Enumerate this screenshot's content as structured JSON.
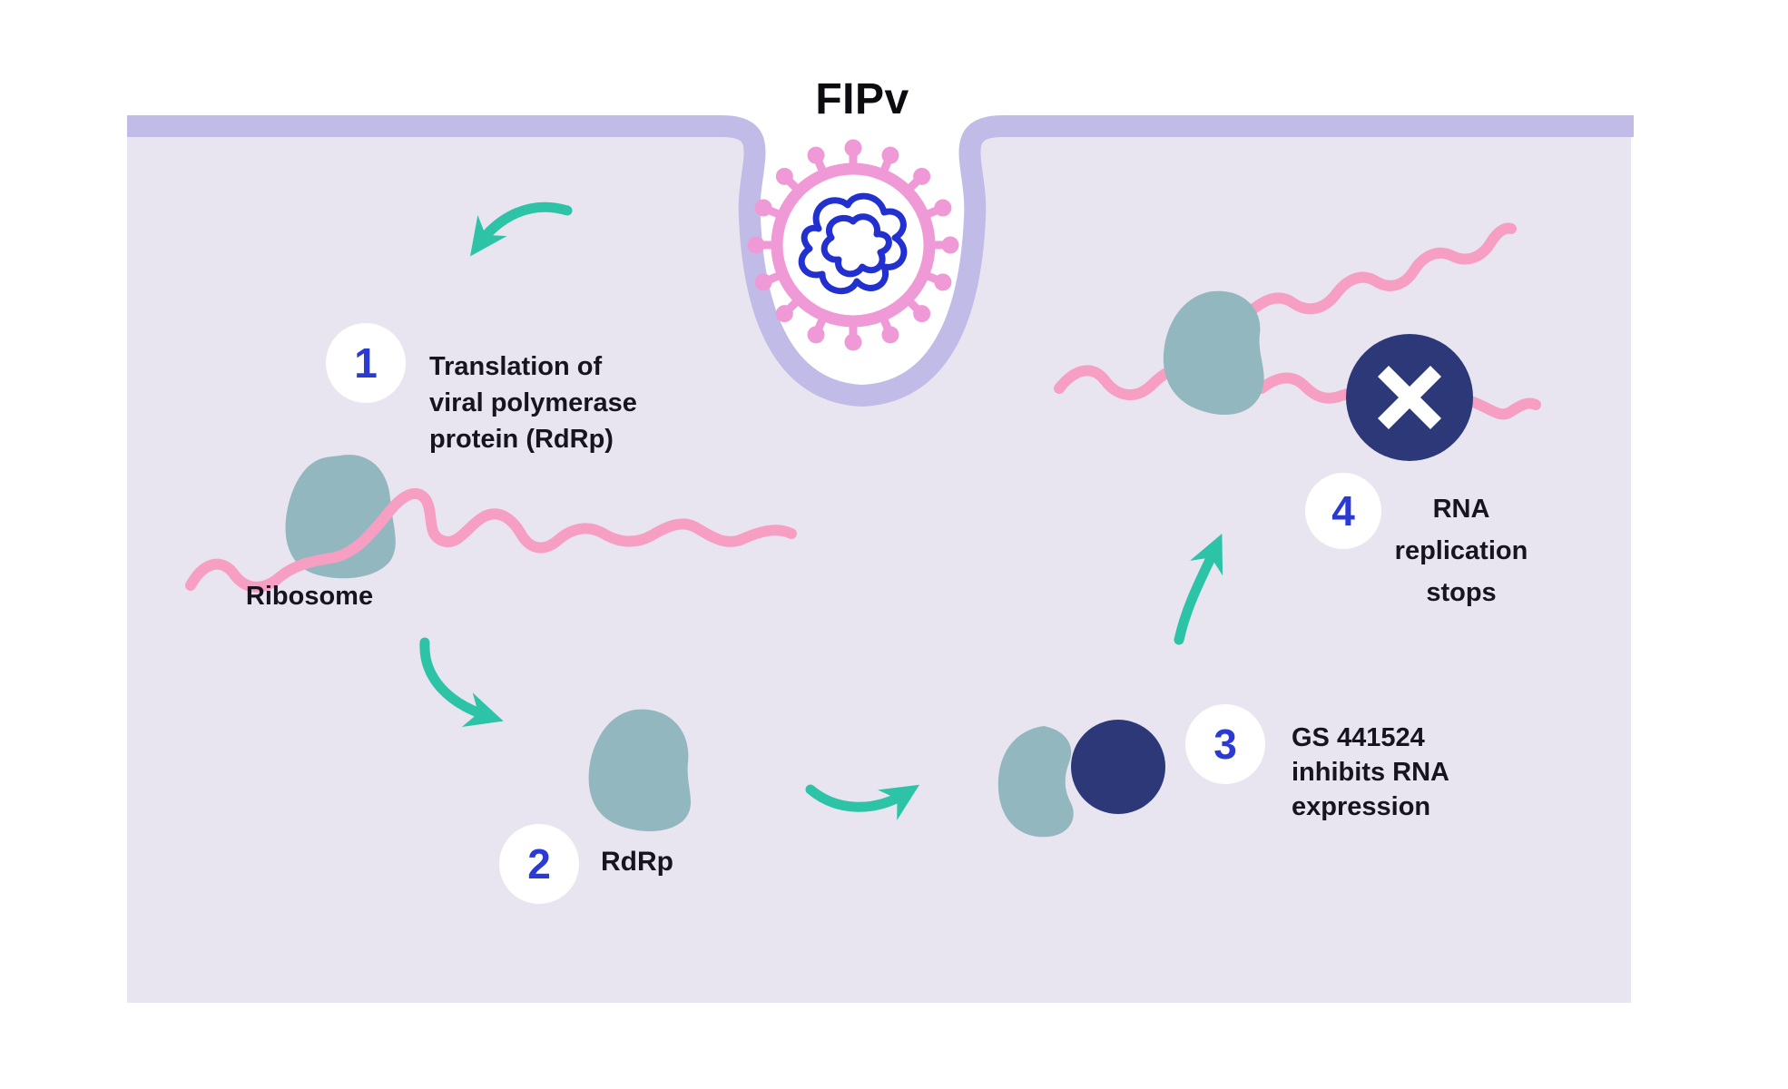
{
  "title": "FIPv",
  "labels": {
    "ribosome": "Ribosome"
  },
  "steps": [
    {
      "num": "1",
      "lines": [
        "Translation of",
        "viral polymerase",
        "protein (RdRp)"
      ]
    },
    {
      "num": "2",
      "lines": [
        "RdRp"
      ]
    },
    {
      "num": "3",
      "lines": [
        "GS 441524",
        "inhibits RNA",
        "expression"
      ]
    },
    {
      "num": "4",
      "lines": [
        "RNA",
        "replication",
        "stops"
      ]
    }
  ],
  "colors": {
    "membrane": "#c1bbe7",
    "cytoplasm": "#e8e5f1",
    "virus_pink": "#ef99d7",
    "genome_blue": "#2230cf",
    "rna_pink": "#f79ec3",
    "enzyme_teal": "#92b7bf",
    "arrow_teal": "#2cc3a6",
    "inhibitor_navy": "#2d3878",
    "number_blue": "#2a3ad2",
    "text_dark": "#17141f"
  }
}
